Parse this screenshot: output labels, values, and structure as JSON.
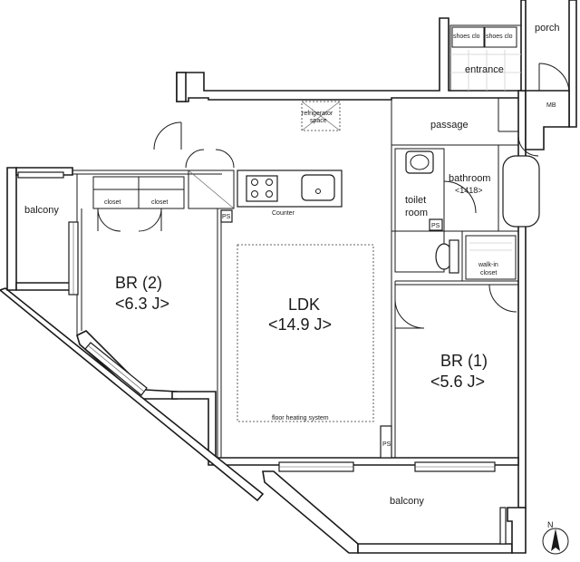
{
  "rooms": {
    "ldk": {
      "name": "LDK",
      "size": "<14.9 J>"
    },
    "br2": {
      "name": "BR (2)",
      "size": "<6.3 J>"
    },
    "br1": {
      "name": "BR (1)",
      "size": "<5.6 J>"
    },
    "bathroom": {
      "name": "bathroom",
      "size": "<1418>"
    },
    "toilet": {
      "line1": "toilet",
      "line2": "room"
    }
  },
  "labels": {
    "porch": "porch",
    "shoes_closet_1": "shoes clo",
    "shoes_closet_2": "shoes clo",
    "entrance": "entrance",
    "mb": "MB",
    "passage": "passage",
    "refrigerator_1": "refrigerator",
    "refrigerator_2": "space",
    "counter": "Counter",
    "closet_1": "closet",
    "closet_2": "closet",
    "walkin_1": "walk-in",
    "walkin_2": "closet",
    "ps_1": "PS",
    "ps_2": "PS",
    "ps_3": "PS",
    "floor_heating": "floor heating system",
    "balcony_left": "balcony",
    "balcony_bottom": "balcony",
    "north": "N"
  }
}
